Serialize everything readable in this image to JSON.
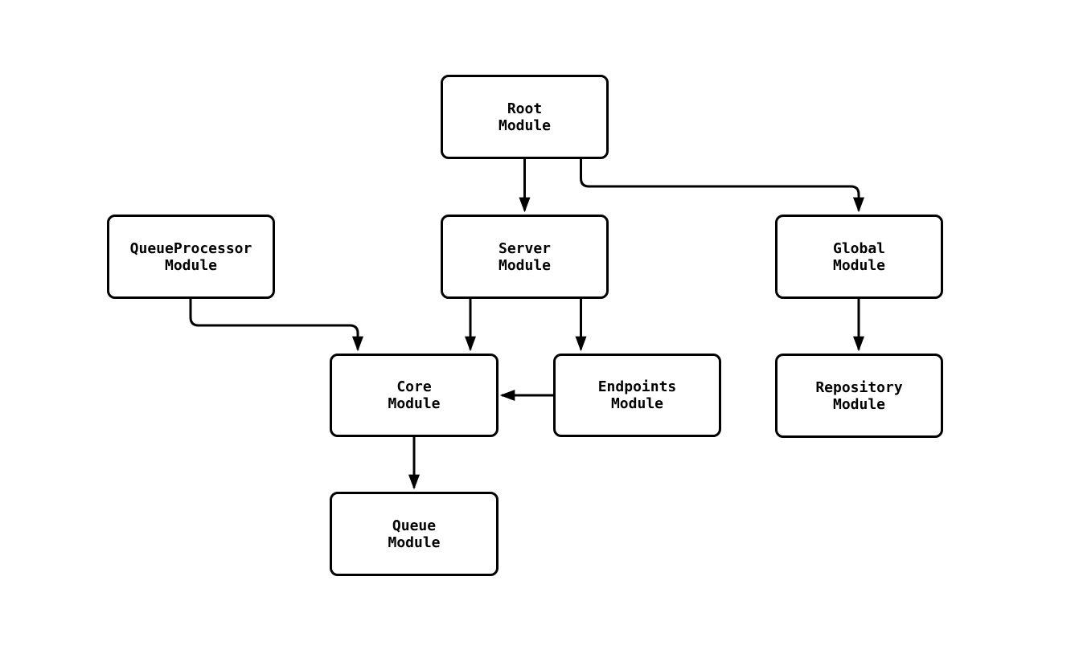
{
  "diagram": {
    "type": "module-dependency-graph",
    "background_color": "#ffffff",
    "stroke_color": "#000000",
    "text_color": "#000000",
    "nodes": {
      "root": {
        "label": "Root\nModule"
      },
      "queue_processor": {
        "label": "QueueProcessor\nModule"
      },
      "server": {
        "label": "Server\nModule"
      },
      "global": {
        "label": "Global\nModule"
      },
      "core": {
        "label": "Core\nModule"
      },
      "endpoints": {
        "label": "Endpoints\nModule"
      },
      "repository": {
        "label": "Repository\nModule"
      },
      "queue": {
        "label": "Queue\nModule"
      }
    },
    "edges": [
      {
        "from": "Root Module",
        "to": "Server Module"
      },
      {
        "from": "Root Module",
        "to": "Global Module"
      },
      {
        "from": "QueueProcessor Module",
        "to": "Core Module"
      },
      {
        "from": "Server Module",
        "to": "Core Module"
      },
      {
        "from": "Server Module",
        "to": "Endpoints Module"
      },
      {
        "from": "Endpoints Module",
        "to": "Core Module"
      },
      {
        "from": "Global Module",
        "to": "Repository Module"
      },
      {
        "from": "Core Module",
        "to": "Queue Module"
      }
    ]
  }
}
